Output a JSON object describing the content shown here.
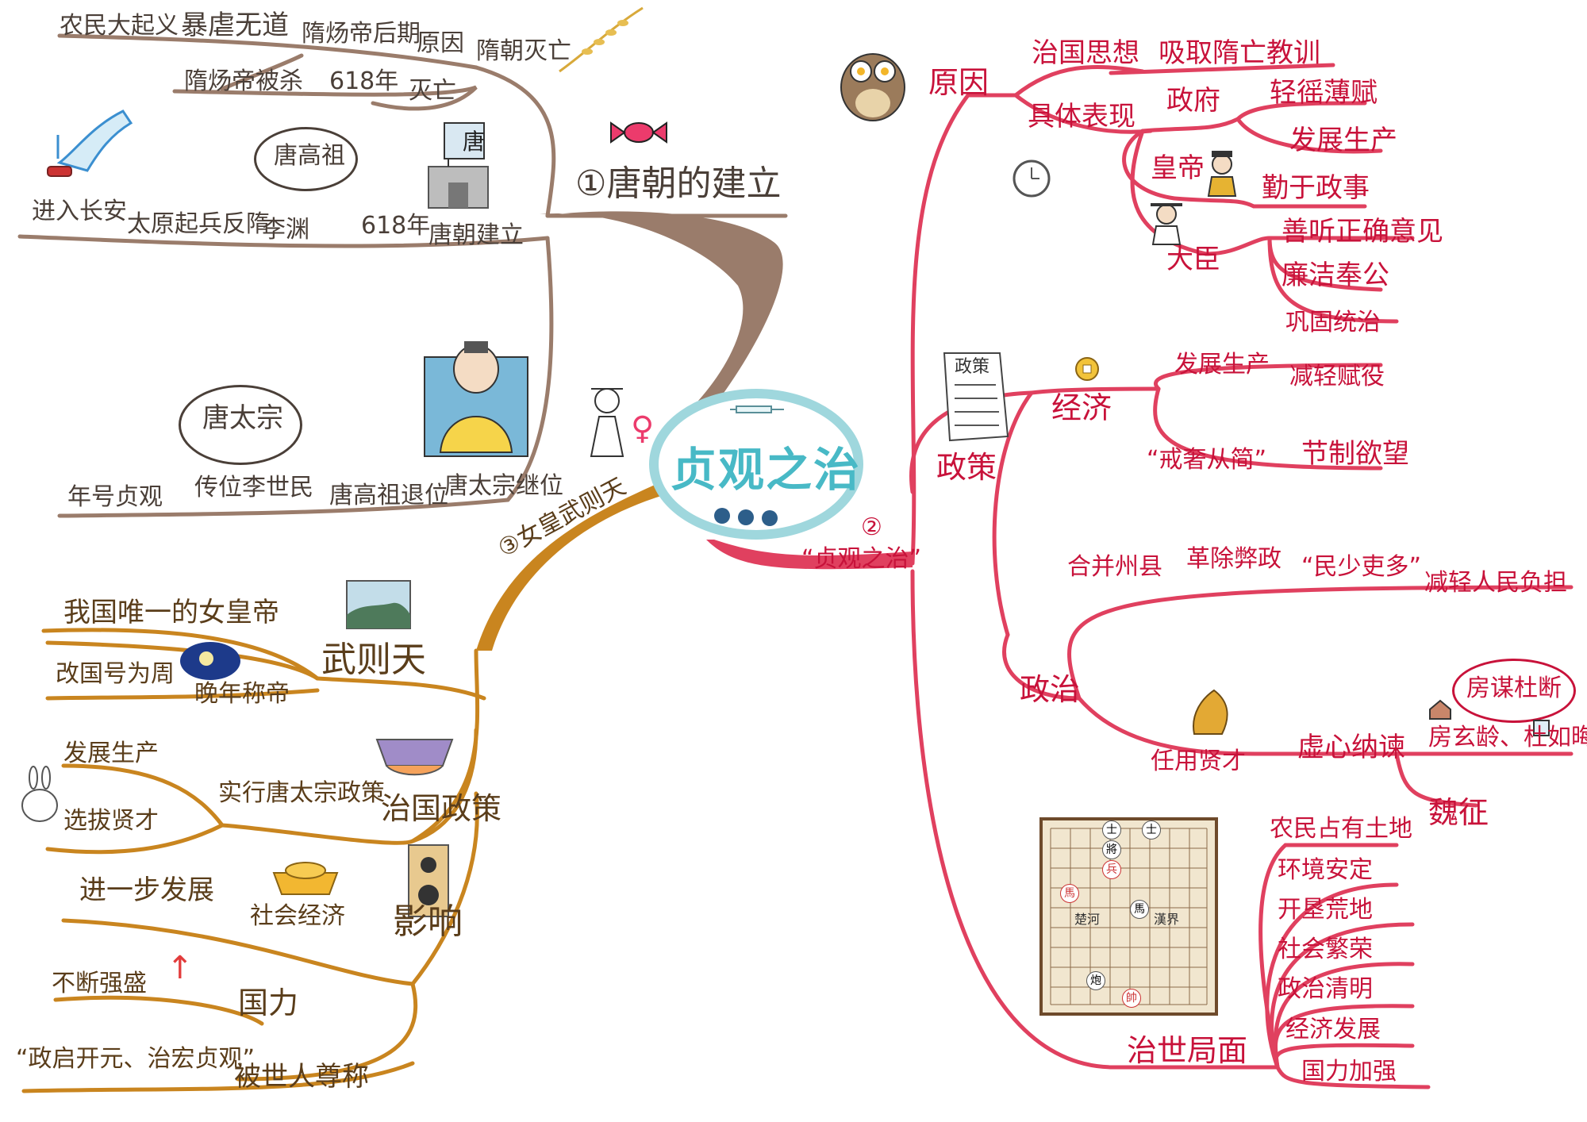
{
  "center": {
    "title": "贞观之治"
  },
  "branch1": {
    "title": "①唐朝的建立",
    "row1": [
      "农民大起义",
      "暴虐无道",
      "隋炀帝后期",
      "原因",
      "隋朝灭亡"
    ],
    "row2": [
      "隋炀帝被杀",
      "618年",
      "灭亡"
    ],
    "bubble": "唐高祖",
    "castle_sign": "唐",
    "row3": [
      "进入长安",
      "太原起兵反隋",
      "李渊",
      "618年",
      "唐朝建立"
    ],
    "bubble2": "唐太宗",
    "row4": [
      "年号贞观",
      "传位李世民",
      "唐高祖退位",
      "唐太宗继位"
    ]
  },
  "branch2": {
    "title": "②",
    "subtitle": "“贞观之治”",
    "cause": {
      "label": "原因",
      "ideology": "治国思想",
      "ideology_value": "吸取隋亡教训",
      "manifest": "具体表现",
      "gov": "政府",
      "gov_items": [
        "轻徭薄赋",
        "发展生产"
      ],
      "emperor": "皇帝",
      "emperor_item": "勤于政事",
      "minister": "大臣",
      "minister_items": [
        "善听正确意见",
        "廉洁奉公",
        "巩固统治"
      ]
    },
    "policy": {
      "label": "政策",
      "doc_label": "政策",
      "economy": "经济",
      "econ_items": [
        "发展生产",
        "减轻赋役",
        "“戒奢从简”",
        "节制欲望"
      ],
      "politics": "政治",
      "pol_items": [
        "合并州县",
        "革除弊政",
        "“民少吏多”",
        "减轻人民负担"
      ],
      "talent": "任用贤才",
      "listen": "虚心纳谏",
      "bubble": "房谋杜断",
      "ministers": "房玄龄、杜如晦",
      "weizheng": "魏征"
    },
    "result": {
      "label": "治世局面",
      "items": [
        "农民占有土地",
        "环境安定",
        "开垦荒地",
        "社会繁荣",
        "政治清明",
        "经济发展",
        "国力加强"
      ]
    },
    "chess": {
      "river_left": "楚河",
      "river_right": "漢界",
      "pieces": [
        "士",
        "士",
        "將",
        "兵",
        "馬",
        "馬",
        "炮",
        "帥"
      ]
    }
  },
  "branch3": {
    "title": "③女皇武则天",
    "wu": "武则天",
    "wu_items": [
      "我国唯一的女皇帝",
      "改国号为周",
      "晚年称帝"
    ],
    "gov": "治国政策",
    "gov_main": "实行唐太宗政策",
    "gov_items": [
      "发展生产",
      "选拔贤才"
    ],
    "influence": "影响",
    "econ": "社会经济",
    "econ_item": "进一步发展",
    "power": "国力",
    "power_item": "不断强盛",
    "praise": "被世人尊称",
    "praise_item": "“政启开元、治宏贞观”"
  },
  "colors": {
    "brown": "#9a7c6b",
    "orange": "#c9851f",
    "red": "#e0405f",
    "teal": "#9fd7dd"
  }
}
